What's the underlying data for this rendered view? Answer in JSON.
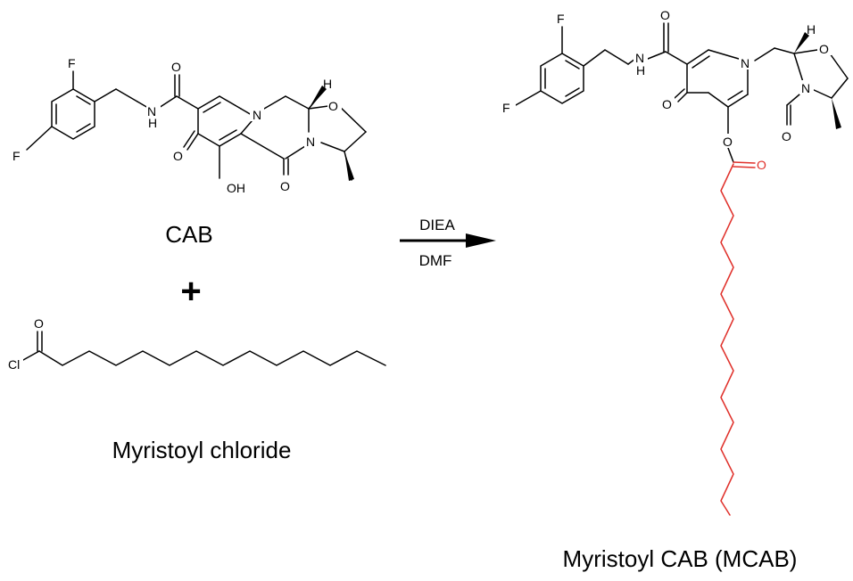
{
  "reactant1": {
    "name": "CAB",
    "atoms": {
      "f_ortho": "F",
      "f_para": "F",
      "amide_n": "N",
      "amide_h": "H",
      "amide_o": "O",
      "ring_o": "O",
      "hydroxyl": "OH",
      "lactam_o": "O",
      "ring_n": "N",
      "ox_n": "N",
      "ox_o": "O",
      "stereo_h": "H"
    }
  },
  "plus_sign": "+",
  "reactant2": {
    "name": "Myristoyl chloride",
    "atoms": {
      "carbonyl_o": "O",
      "chlorine": "Cl"
    }
  },
  "reaction": {
    "reagent_above": "DIEA",
    "reagent_below": "DMF"
  },
  "product": {
    "name": "Myristoyl CAB (MCAB)",
    "atoms": {
      "f_ortho": "F",
      "f_para": "F",
      "amide_n": "N",
      "amide_h": "H",
      "amide_o": "O",
      "ring_o": "O",
      "ester_o": "O",
      "ester_co": "O",
      "ring_n": "N",
      "ox_n": "N",
      "ox_o": "O",
      "formyl_o": "O",
      "stereo_h": "H"
    }
  },
  "colors": {
    "accent": "#e0302a",
    "ink": "#000000"
  }
}
